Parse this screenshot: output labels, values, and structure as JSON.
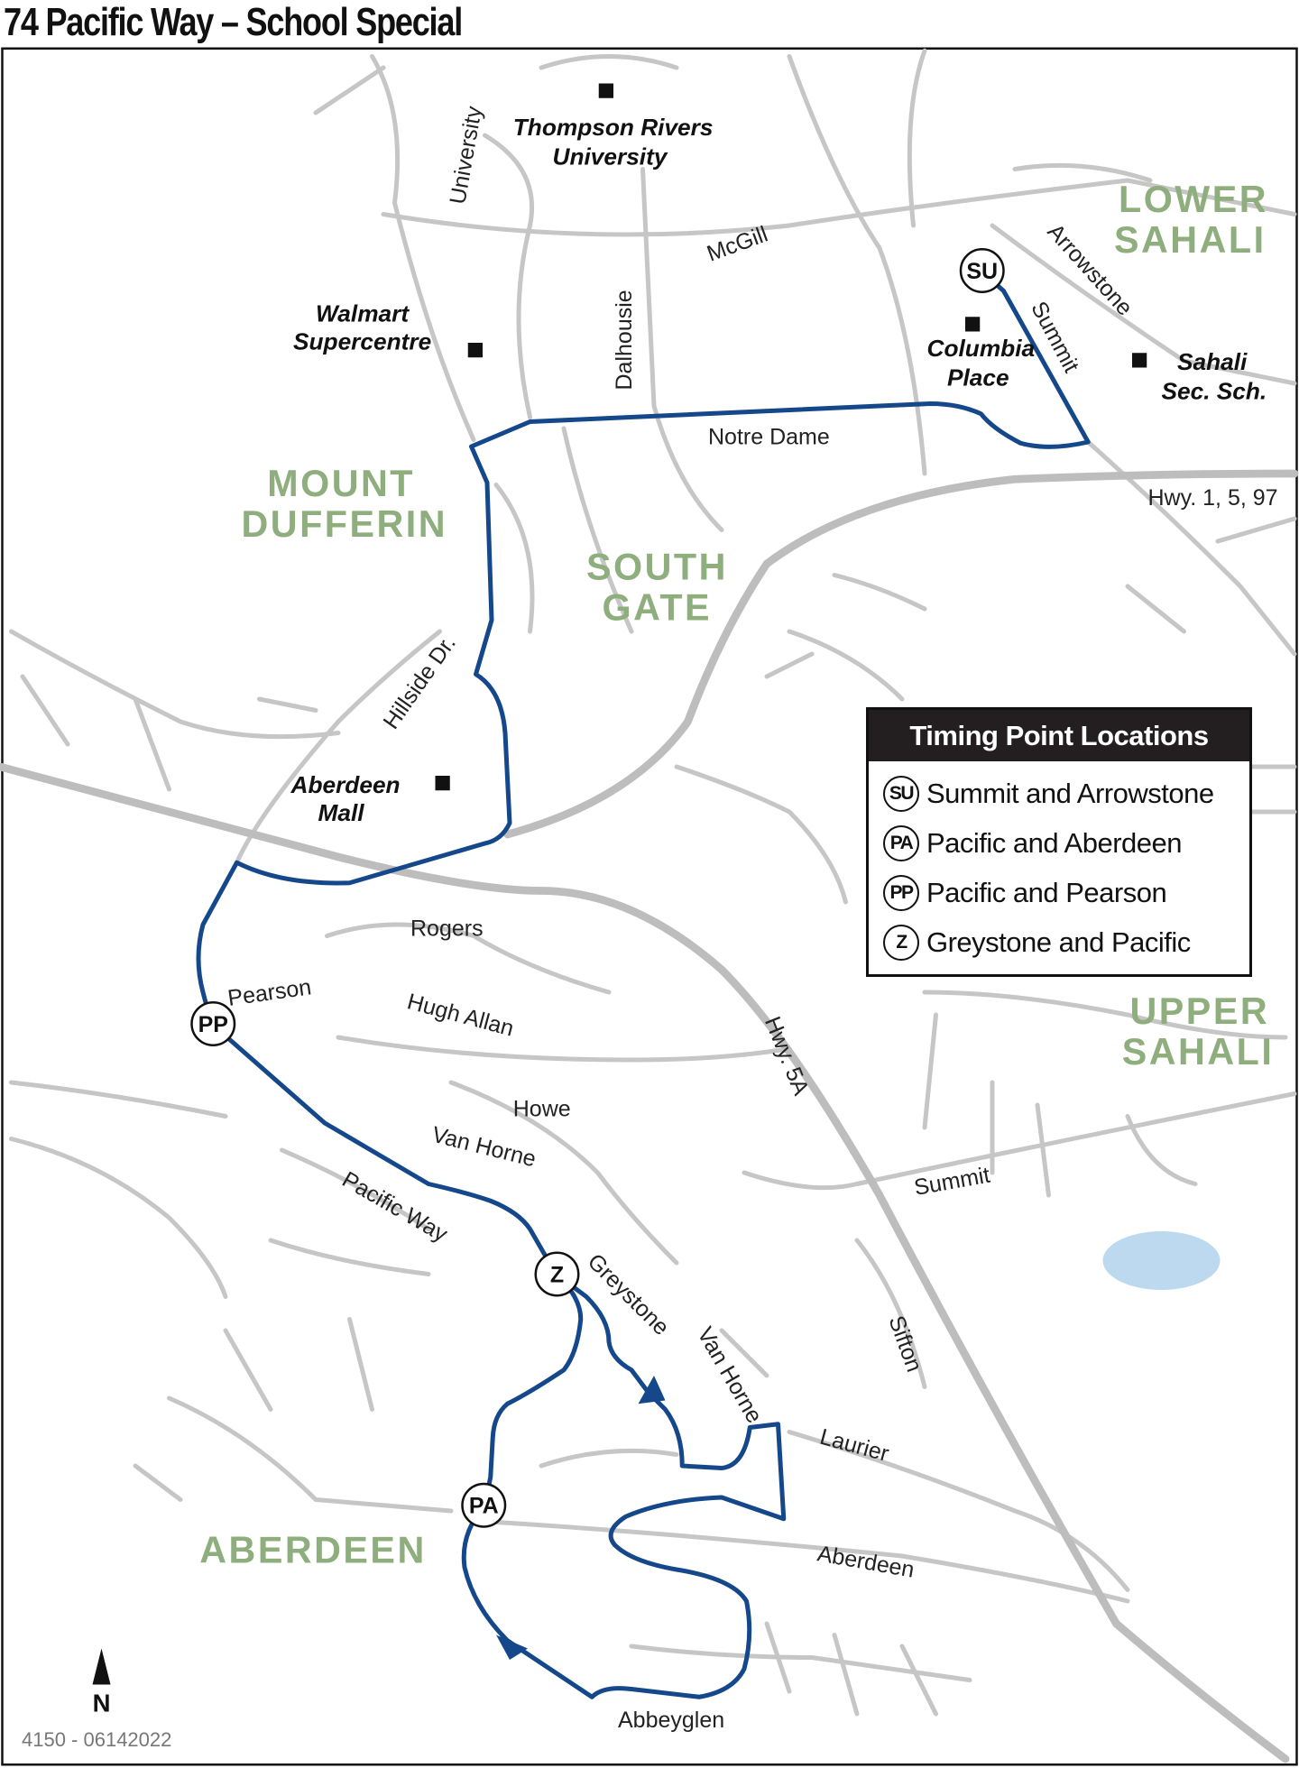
{
  "title": "74 Pacific Way – School Special",
  "colors": {
    "route": "#14488a",
    "road": "#c6c6c6",
    "neighbourhood": "#8fae7d",
    "water": "#bcd9ef"
  },
  "neighbourhoods": [
    "LOWER",
    "SAHALI",
    "MOUNT",
    "DUFFERIN",
    "SOUTH",
    "GATE",
    "UPPER",
    "SAHALI",
    "ABERDEEN"
  ],
  "places": {
    "tru_1": "Thompson Rivers",
    "tru_2": "University",
    "walmart_1": "Walmart",
    "walmart_2": "Supercentre",
    "columbia_1": "Columbia",
    "columbia_2": "Place",
    "sahali_1": "Sahali",
    "sahali_2": "Sec. Sch.",
    "aberdeen_1": "Aberdeen",
    "aberdeen_2": "Mall"
  },
  "streets": {
    "university": "University",
    "mcgill": "McGill",
    "dalhousie": "Dalhousie",
    "arrowstone": "Arrowstone",
    "summit_n": "Summit",
    "notre_dame": "Notre Dame",
    "hwy1": "Hwy. 1, 5, 97",
    "hillside": "Hillside Dr.",
    "rogers": "Rogers",
    "pearson": "Pearson",
    "hugh_allan": "Hugh Allan",
    "hwy5a": "Hwy. 5A",
    "howe": "Howe",
    "van_horne": "Van Horne",
    "pacific_way": "Pacific Way",
    "summit_s": "Summit",
    "greystone": "Greystone",
    "van_horne_2": "Van Horne",
    "sifton": "Sifton",
    "laurier": "Laurier",
    "aberdeen": "Aberdeen",
    "abbeyglen": "Abbeyglen"
  },
  "timing_points": {
    "SU": "SU",
    "PA": "PA",
    "PP": "PP",
    "Z": "Z"
  },
  "legend": {
    "title": "Timing Point Locations",
    "items": [
      {
        "code": "SU",
        "label": "Summit and Arrowstone"
      },
      {
        "code": "PA",
        "label": "Pacific and Aberdeen"
      },
      {
        "code": "PP",
        "label": "Pacific and Pearson"
      },
      {
        "code": "Z",
        "label": "Greystone and Pacific"
      }
    ]
  },
  "north": "N",
  "map_code": "4150 - 06142022"
}
